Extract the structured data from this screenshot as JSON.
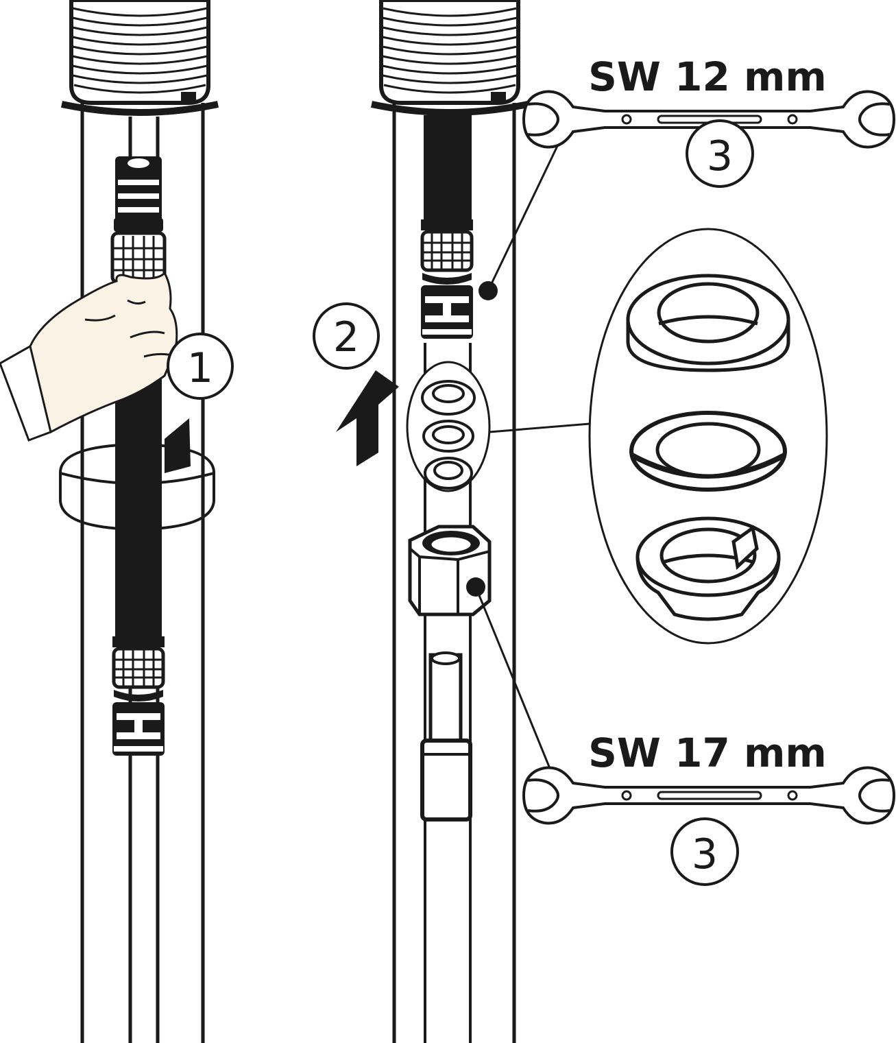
{
  "steps": {
    "step1": "1",
    "step2": "2",
    "step3_top": "3",
    "step3_bottom": "3"
  },
  "wrenches": {
    "top_label": "SW 12 mm",
    "bottom_label": "SW 17 mm"
  },
  "colors": {
    "ink": "#1a1a1a",
    "skin": "#fbf2e6",
    "paper": "#ffffff"
  }
}
